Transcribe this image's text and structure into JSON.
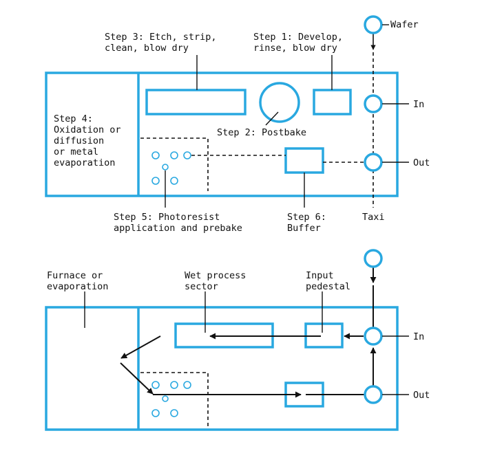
{
  "colors": {
    "accent": "#29a8e0",
    "ink": "#111111",
    "background": "#ffffff"
  },
  "top": {
    "wafer": "Wafer",
    "step1": [
      "Step 1: Develop,",
      "rinse, blow dry"
    ],
    "step3": [
      "Step 3: Etch, strip,",
      "clean, blow dry"
    ],
    "step2": "Step 2: Postbake",
    "step4": [
      "Step 4:",
      "Oxidation or",
      "diffusion",
      "or metal",
      "evaporation"
    ],
    "in": "In",
    "out": "Out",
    "taxi": "Taxi",
    "step5": [
      "Step 5: Photoresist",
      "application and prebake"
    ],
    "step6": [
      "Step 6:",
      "Buffer"
    ]
  },
  "bottom": {
    "furnace": [
      "Furnace or",
      "evaporation"
    ],
    "wet": [
      "Wet process",
      "sector"
    ],
    "input": [
      "Input",
      "pedestal"
    ],
    "in": "In",
    "out": "Out"
  }
}
